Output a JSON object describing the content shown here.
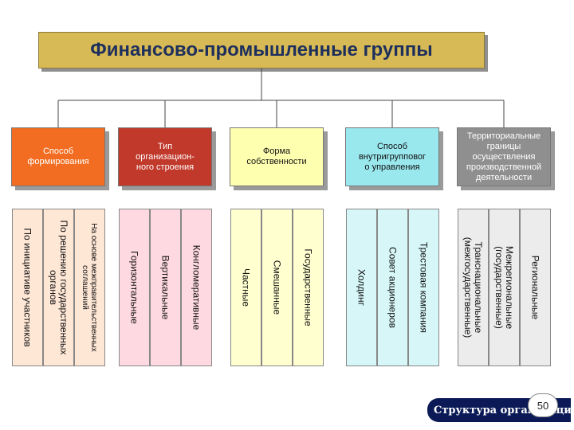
{
  "title": "Финансово-промышленные группы",
  "categories": [
    {
      "label": "Способ\nформирования",
      "color": "#f26d21",
      "text_color": "#ffffff",
      "items": [
        "На основе межправительственных\nсоглашений",
        "По решению государственных\nорганов",
        "По инициативе участников"
      ]
    },
    {
      "label": "Тип\nорганизацион-\nного строения",
      "color": "#c0392b",
      "text_color": "#ffffff",
      "items": [
        "Конгломеративные",
        "Вертикальные",
        "Горизонтальные"
      ]
    },
    {
      "label": "Форма\nсобственности",
      "color": "#ffffb0",
      "text_color": "#111111",
      "items": [
        "Государственные",
        "Смешанные",
        "Частные"
      ]
    },
    {
      "label": "Способ\nвнутригрупповог\nо управления",
      "color": "#99e8ee",
      "text_color": "#111111",
      "items": [
        "Трестовая компания",
        "Совет акционеров",
        "Холдинг"
      ]
    },
    {
      "label": "Территориальные\nграницы\nосуществления\nпроизводственной\nдеятельности",
      "color": "#8f8f8f",
      "text_color": "#ffffff",
      "items": [
        "Региональные",
        "Межрегиональные\n(государственные)",
        "Транснациональные\n(межгосударственные)"
      ]
    }
  ],
  "column_colors": [
    "#ffe7d6",
    "#ffd9e2",
    "#ffffd0",
    "#d6f6f8",
    "#ececec"
  ],
  "footer": "Структура организации",
  "page_number": "50"
}
